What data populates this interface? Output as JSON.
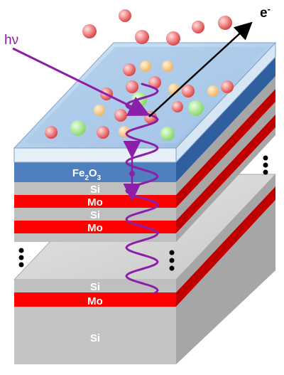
{
  "labels": {
    "photon": "hν",
    "electron": "e",
    "electron_sup": "-",
    "fe2o3_base": "Fe",
    "fe2o3_sub1": "2",
    "fe2o3_mid": "O",
    "fe2o3_sub2": "3",
    "si_top_1": "Si",
    "mo_top_1": "Mo",
    "si_top_2": "Si",
    "mo_top_2": "Mo",
    "si_bottom_1": "Si",
    "mo_bottom": "Mo",
    "si_substrate": "Si"
  },
  "colors": {
    "fe2o3": "#4f7fbf",
    "si": "#bfbfbf",
    "mo": "#ff0000",
    "electrolyte": "#b3d1ee",
    "wave": "#8b1fa8",
    "photon_arrow": "#8b1fa8",
    "electron_arrow": "#000000"
  }
}
